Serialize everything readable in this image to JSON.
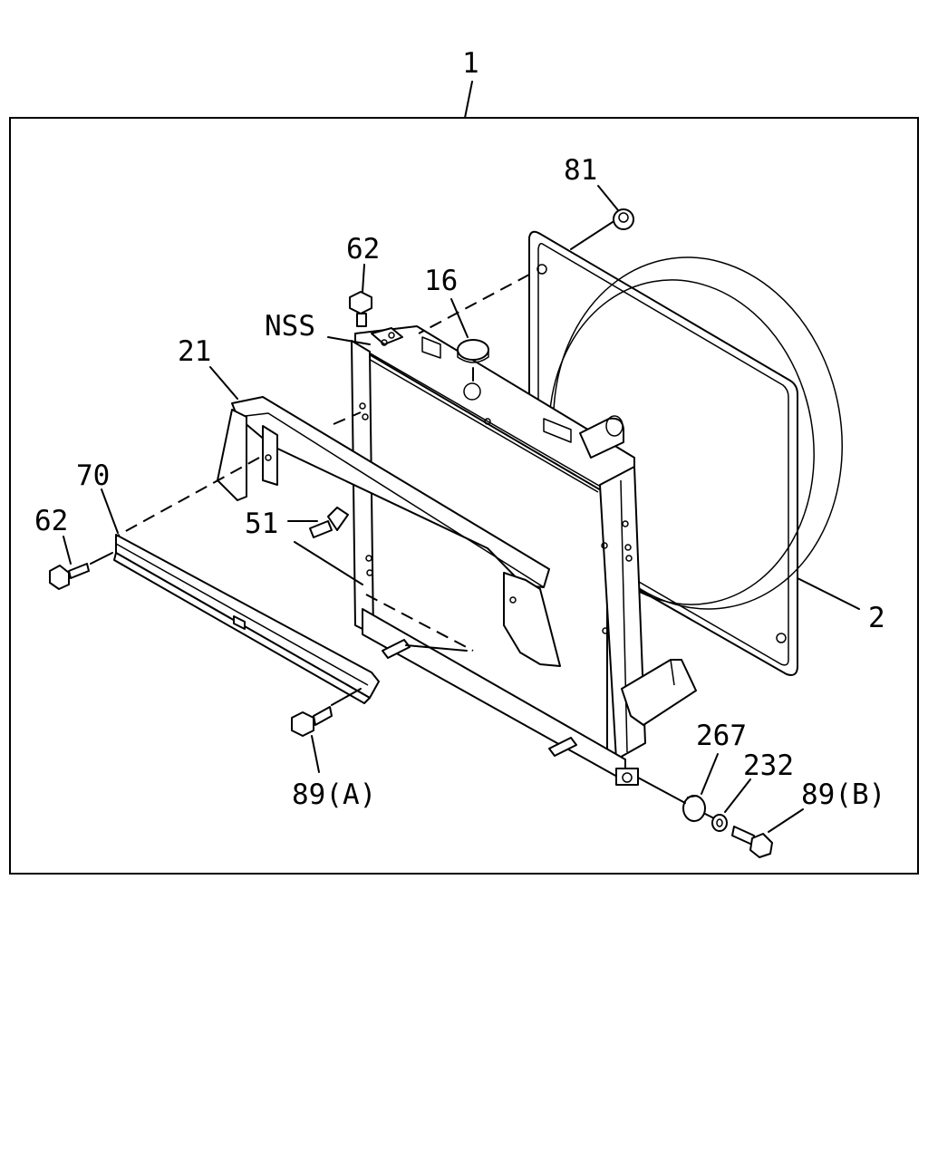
{
  "diagram": {
    "callouts": {
      "assembly": "1",
      "fan_shroud": "2",
      "radiator_cap": "16",
      "upper_bracket": "21",
      "drain_plug": "51",
      "bolt_top": "62",
      "bolt_left": "62",
      "lower_bracket": "70",
      "clip": "81",
      "bolt_a": "89(A)",
      "bolt_b": "89(B)",
      "washer": "232",
      "cushion": "267",
      "not_serviced": "NSS"
    }
  }
}
